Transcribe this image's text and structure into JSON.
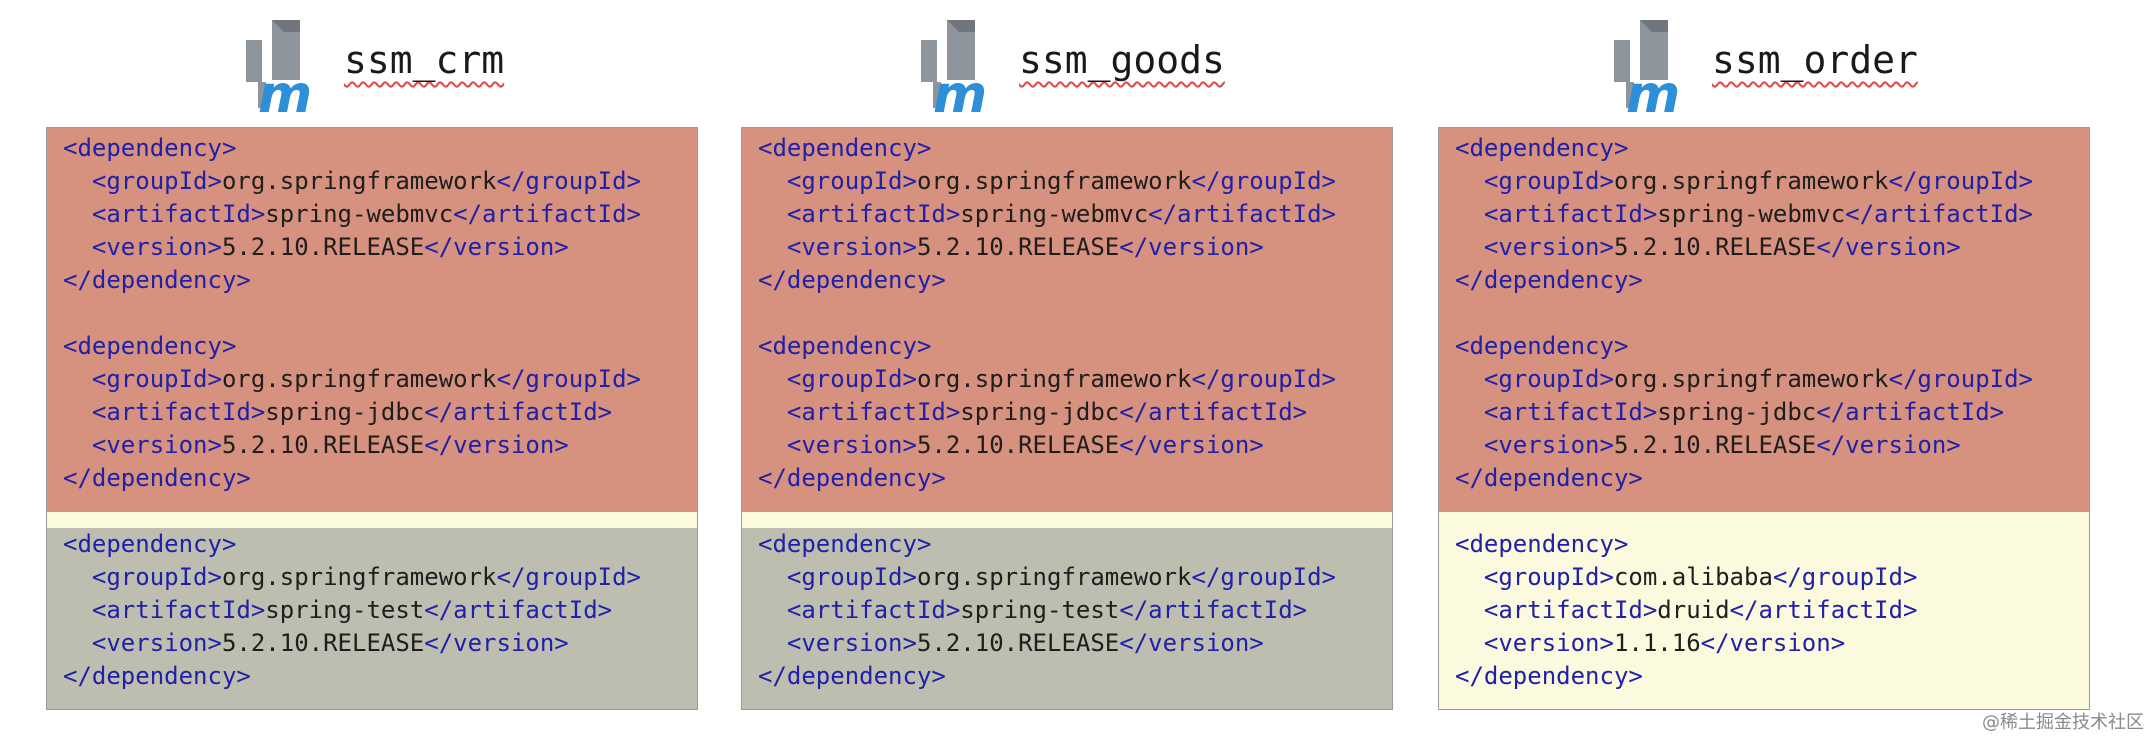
{
  "modules": [
    {
      "title": "ssm_crm",
      "icon": "maven-module-icon",
      "blocks": [
        {
          "artifactId": "spring-webmvc",
          "groupId": "org.springframework",
          "version": "5.2.10.RELEASE",
          "highlight": "conflict-red"
        },
        {
          "artifactId": "spring-jdbc",
          "groupId": "org.springframework",
          "version": "5.2.10.RELEASE",
          "highlight": "conflict-red"
        },
        {
          "artifactId": "spring-test",
          "groupId": "org.springframework",
          "version": "5.2.10.RELEASE",
          "highlight": "gray"
        }
      ]
    },
    {
      "title": "ssm_goods",
      "icon": "maven-module-icon",
      "blocks": [
        {
          "artifactId": "spring-webmvc",
          "groupId": "org.springframework",
          "version": "5.2.10.RELEASE",
          "highlight": "conflict-red"
        },
        {
          "artifactId": "spring-jdbc",
          "groupId": "org.springframework",
          "version": "5.2.10.RELEASE",
          "highlight": "conflict-red"
        },
        {
          "artifactId": "spring-test",
          "groupId": "org.springframework",
          "version": "5.2.10.RELEASE",
          "highlight": "gray"
        }
      ]
    },
    {
      "title": "ssm_order",
      "icon": "maven-module-icon",
      "blocks": [
        {
          "artifactId": "spring-webmvc",
          "groupId": "org.springframework",
          "version": "5.2.10.RELEASE",
          "highlight": "conflict-red"
        },
        {
          "artifactId": "spring-jdbc",
          "groupId": "org.springframework",
          "version": "5.2.10.RELEASE",
          "highlight": "conflict-red"
        },
        {
          "artifactId": "druid",
          "groupId": "com.alibaba",
          "version": "1.1.16",
          "highlight": "none"
        }
      ]
    }
  ],
  "watermark": "@稀土掘金技术社区",
  "colors": {
    "shared_band": "#d6917f",
    "test_band": "#bdbeb0",
    "unique_band": "#fbf9de",
    "tag": "#2020a8",
    "text": "#1e1e1e",
    "icon_gray": "#8e959c",
    "icon_m": "#2c8fd8"
  }
}
